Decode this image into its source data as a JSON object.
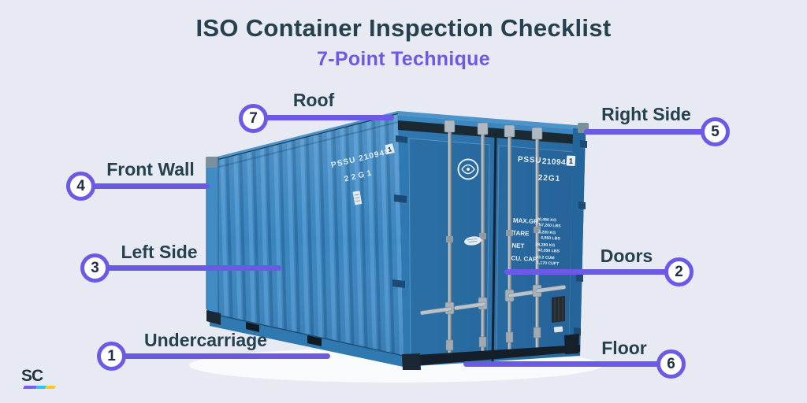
{
  "header": {
    "title": "ISO Container Inspection Checklist",
    "subtitle": "7-Point Technique"
  },
  "callouts": [
    {
      "number": "1",
      "label": "Undercarriage"
    },
    {
      "number": "2",
      "label": "Doors"
    },
    {
      "number": "3",
      "label": "Left Side"
    },
    {
      "number": "4",
      "label": "Front Wall"
    },
    {
      "number": "5",
      "label": "Right Side"
    },
    {
      "number": "6",
      "label": "Floor"
    },
    {
      "number": "7",
      "label": "Roof"
    }
  ],
  "container_markings": {
    "owner_code": "PSSU",
    "serial": "210948",
    "check_digit": "1",
    "type_code": "22G1",
    "side_text": "PSSU 210948",
    "weights": [
      {
        "label": "MAX.GR.",
        "metric": "30,480 KG",
        "imperial": "67,200 LBS"
      },
      {
        "label": "TARE",
        "metric": "2,200 KG",
        "imperial": "4,850 LBS"
      },
      {
        "label": "NET",
        "metric": "28,280 KG",
        "imperial": "62,350 LBS"
      },
      {
        "label": "CU. CAP.",
        "metric": "33.2 CUM",
        "imperial": "1,170 CUFT"
      }
    ]
  },
  "branding": {
    "logo_text": "SC"
  },
  "colors": {
    "accent_purple": "#6a5ae4",
    "title_text": "#25404e",
    "container_blue": "#3a86c1",
    "background": "#e8eaf3"
  }
}
